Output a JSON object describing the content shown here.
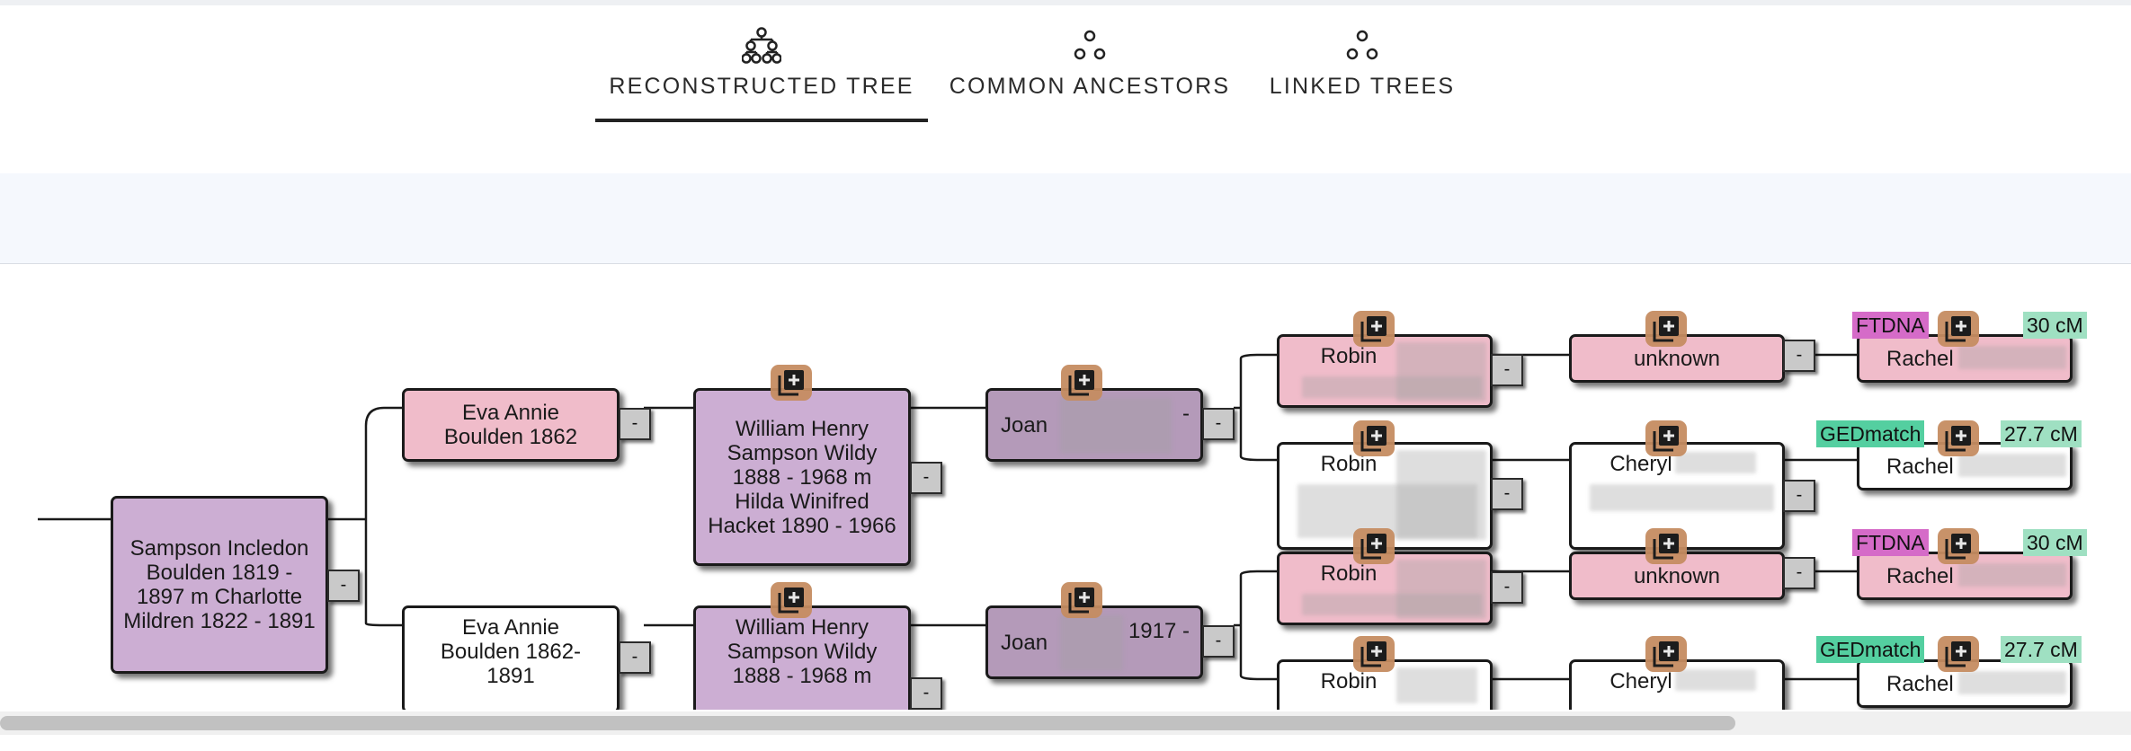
{
  "tabs": [
    {
      "label": "RECONSTRUCTED TREE",
      "icon": "hierarchy-tree-icon",
      "active": true
    },
    {
      "label": "COMMON ANCESTORS",
      "icon": "ancestors-nodes-icon",
      "active": false
    },
    {
      "label": "LINKED TREES",
      "icon": "linked-nodes-icon",
      "active": false
    }
  ],
  "colors": {
    "purple": "#ccaed3",
    "dark_purple": "#b49ab9",
    "pink": "#f0bcca",
    "ftdna": "#d56bc8",
    "gedmatch": "#54cfa0",
    "cm": "#9fe0c2",
    "add_icon": "#c58c61"
  },
  "collapse_label": "-",
  "tree": {
    "root": "Sampson Incledon\nBoulden 1819 -\n1897 m Charlotte\nMildren 1822 - 1891",
    "gen1": [
      "Eva Annie\nBoulden 1862",
      "Eva Annie\nBoulden 1862-\n1891"
    ],
    "gen2": [
      "William Henry\nSampson Wildy\n1888 - 1968 m\nHilda Winifred\nHacket 1890 - 1966",
      "William Henry\nSampson Wildy\n1888 - 1968 m"
    ],
    "gen3": [
      "Joan",
      "-",
      "Joan",
      "1917 -"
    ],
    "gen4": [
      "Robin",
      "Robin",
      "Robin",
      "Robin"
    ],
    "gen5": [
      "unknown",
      "Cheryl",
      "unknown",
      "Cheryl"
    ],
    "gen6": [
      "Rachel",
      "Rachel",
      "Rachel",
      "Rachel"
    ],
    "matches": [
      {
        "source": "FTDNA",
        "cm": "30 cM"
      },
      {
        "source": "GEDmatch",
        "cm": "27.7 cM"
      },
      {
        "source": "FTDNA",
        "cm": "30 cM"
      },
      {
        "source": "GEDmatch",
        "cm": "27.7 cM"
      }
    ]
  }
}
